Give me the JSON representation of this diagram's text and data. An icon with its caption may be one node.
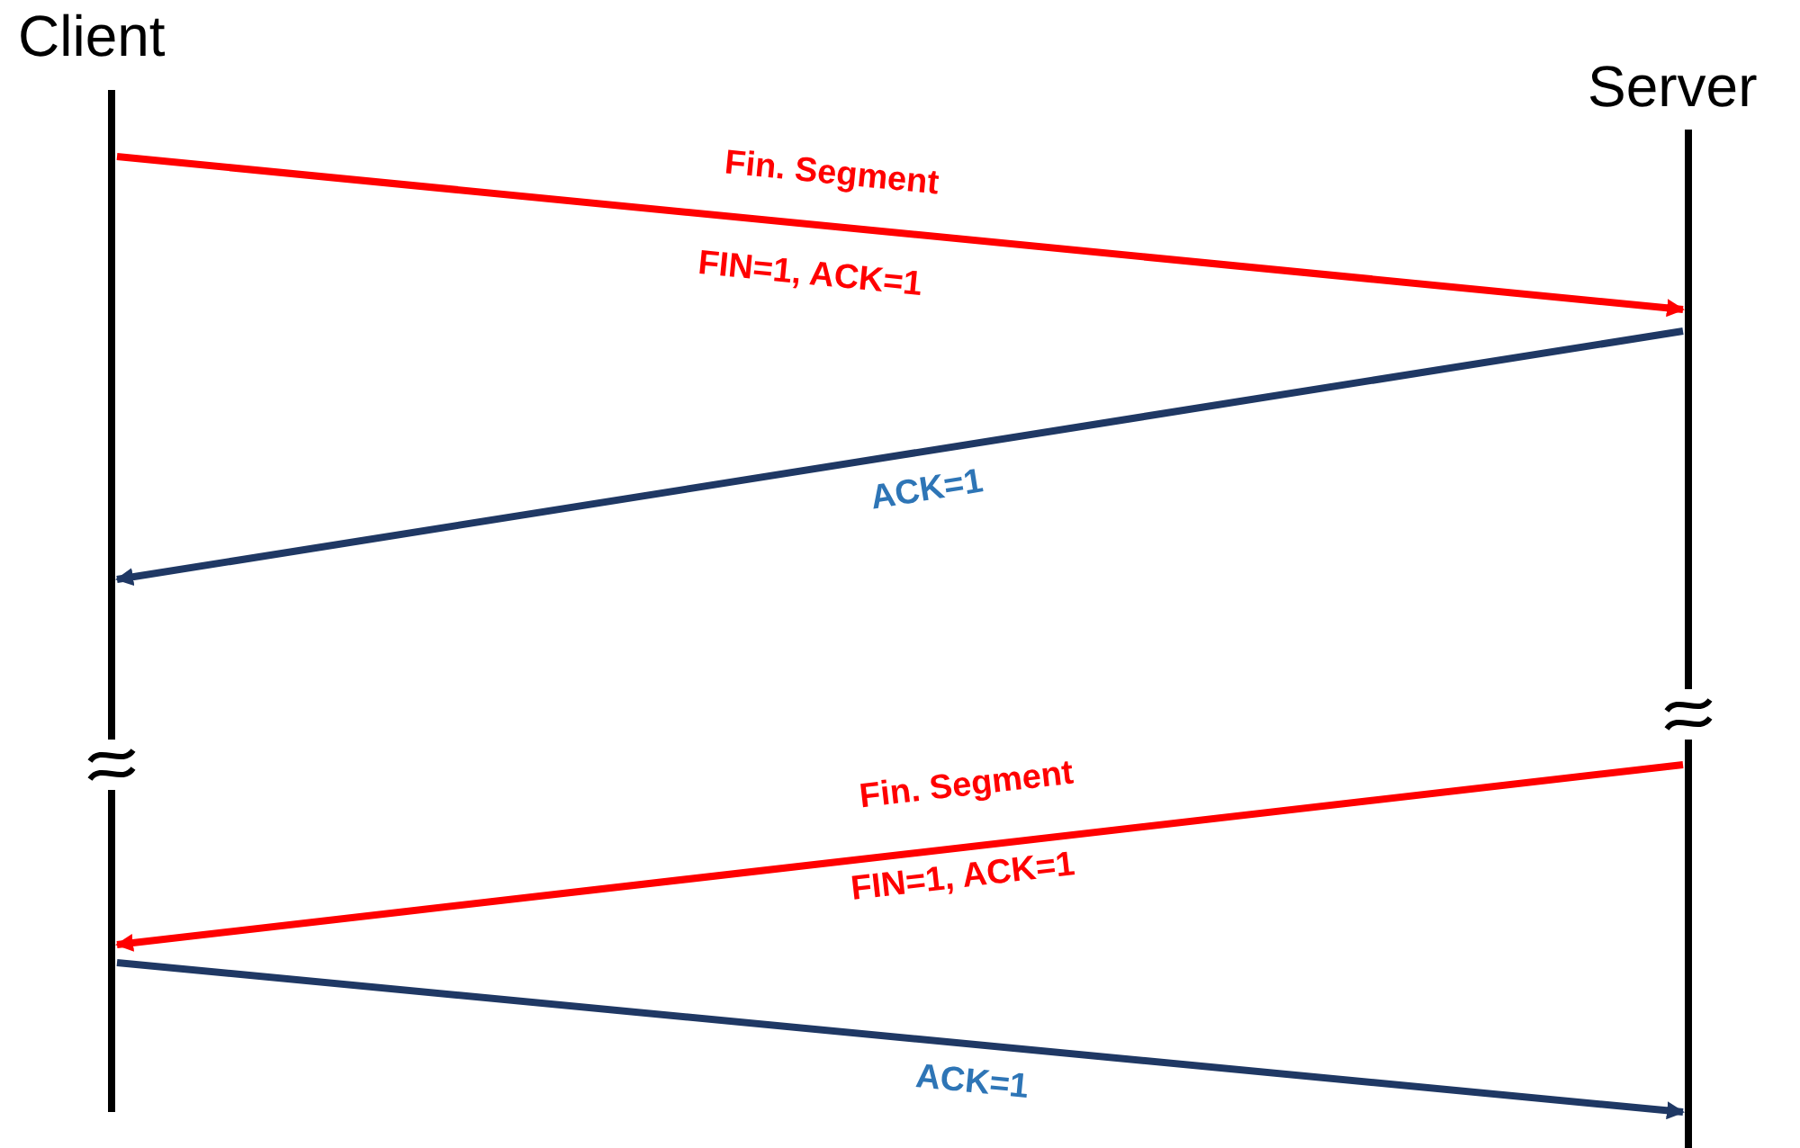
{
  "diagram": {
    "nodes": [
      {
        "text": [
          "Client"
        ]
      },
      {
        "text": [
          "Server"
        ]
      }
    ],
    "edges": [
      {
        "from": 0,
        "to": 1,
        "arrow": "to",
        "label": "Fin.  Segment",
        "color": "#ff0000"
      },
      {
        "from": 1,
        "to": 0,
        "arrow": "to",
        "label": "ACK=1",
        "color": "#1f3864"
      },
      {
        "from": 1,
        "to": 0,
        "arrow": "to",
        "label": "Fin.  Segment",
        "color": "#ff0000"
      },
      {
        "from": 0,
        "to": 1,
        "arrow": "to",
        "label": "ACK=1",
        "color": "#1f3864"
      }
    ],
    "labels": [
      "FIN=1, ACK=1",
      "FIN=1, ACK=1"
    ]
  }
}
